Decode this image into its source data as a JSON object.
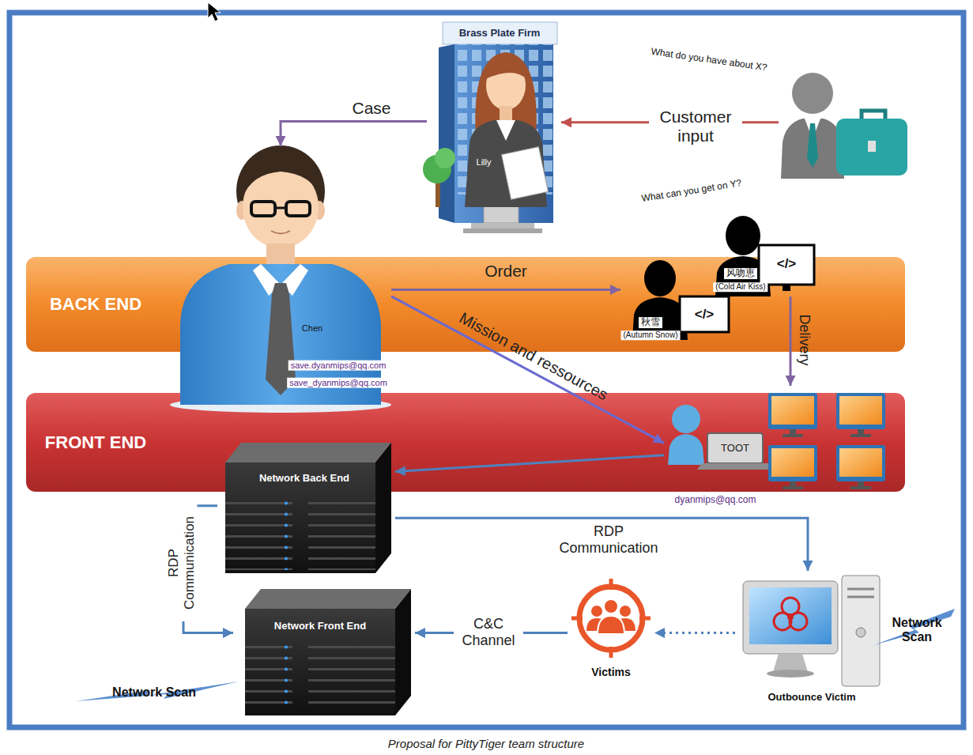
{
  "diagram": {
    "caption": "Proposal for PittyTiger team structure",
    "nodes": [
      {
        "text": [
          "Brass Plate Firm",
          "Lilly"
        ]
      },
      {
        "text": [
          "What do you have about X?",
          "What can you get on Y?"
        ]
      },
      {
        "text": [
          "Chen",
          "save.dyanmips@qq.com",
          "save_dyanmips@qq.com"
        ]
      },
      {
        "text": [
          "BACK END"
        ]
      },
      {
        "text": [
          "风吻恵",
          "(Cold Air Kiss)"
        ],
        "in": 3
      },
      {
        "text": [
          "秋雪",
          "(Autumn Snow)"
        ],
        "in": 3
      },
      {
        "text": [
          "FRONT END"
        ]
      },
      {
        "text": [
          "TOOT",
          "dyanmips@qq.com"
        ],
        "in": 6
      },
      {
        "text": [
          "Network Back End"
        ]
      },
      {
        "text": [
          "Network Front End"
        ]
      },
      {
        "text": [
          "Victims"
        ]
      },
      {
        "text": [
          "Outbounce Victim"
        ]
      }
    ],
    "edges": [
      {
        "from": 1,
        "to": 0,
        "arrow": "to",
        "label": "Customer input"
      },
      {
        "from": 0,
        "to": 2,
        "arrow": "to",
        "label": "Case"
      },
      {
        "from": 2,
        "to": 5,
        "arrow": "to",
        "label": "Order"
      },
      {
        "from": 2,
        "to": 7,
        "arrow": "to",
        "label": "Mission and ressources"
      },
      {
        "from": 4,
        "to": 7,
        "arrow": "to",
        "label": "Delivery"
      },
      {
        "from": 7,
        "to": 8,
        "arrow": "to"
      },
      {
        "from": 8,
        "to": 11,
        "arrow": "to",
        "label": "RDP Communication"
      },
      {
        "from": 8,
        "to": 9,
        "arrow": "to",
        "label": "RDP Communication"
      },
      {
        "from": 10,
        "to": 9,
        "arrow": "to",
        "label": "C&C Channel"
      },
      {
        "from": 11,
        "to": 10,
        "arrow": "to"
      }
    ],
    "labels": [
      "</>",
      "</>",
      "Network Scan",
      "Network Scan"
    ]
  }
}
